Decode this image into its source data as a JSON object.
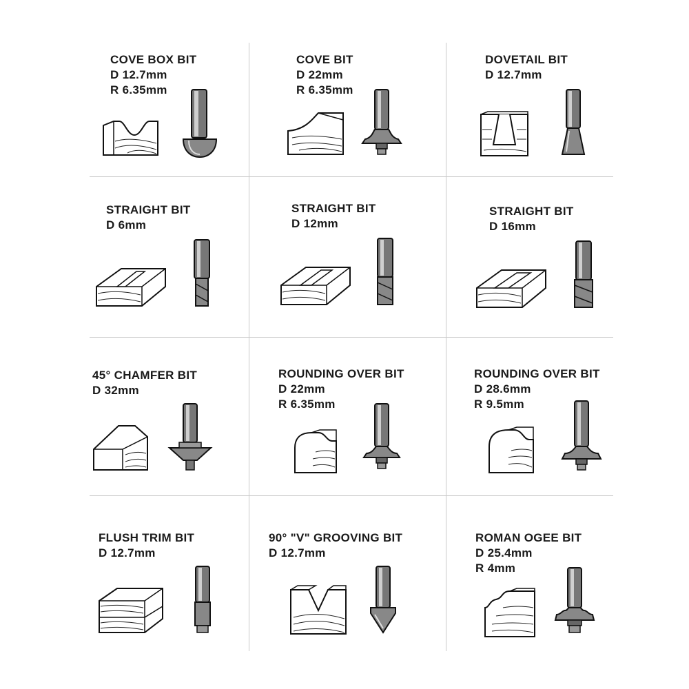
{
  "cells": [
    {
      "title": "COVE BOX BIT",
      "specs": [
        "D 12.7mm",
        "R 6.35mm"
      ],
      "wood": "cove-box-profile-icon",
      "bit": "cove-box-bit-icon"
    },
    {
      "title": "COVE BIT",
      "specs": [
        "D 22mm",
        "R 6.35mm"
      ],
      "wood": "cove-profile-icon",
      "bit": "cove-bit-icon"
    },
    {
      "title": "DOVETAIL BIT",
      "specs": [
        "D 12.7mm"
      ],
      "wood": "dovetail-profile-icon",
      "bit": "dovetail-bit-icon"
    },
    {
      "title": "STRAIGHT BIT",
      "specs": [
        "D 6mm"
      ],
      "wood": "straight-groove-profile-icon",
      "bit": "straight-bit-icon"
    },
    {
      "title": "STRAIGHT BIT",
      "specs": [
        "D 12mm"
      ],
      "wood": "straight-groove-profile-icon",
      "bit": "straight-bit-icon"
    },
    {
      "title": "STRAIGHT BIT",
      "specs": [
        "D 16mm"
      ],
      "wood": "straight-groove-profile-icon",
      "bit": "straight-bit-icon"
    },
    {
      "title": "45° CHAMFER BIT",
      "specs": [
        "D 32mm"
      ],
      "wood": "chamfer-profile-icon",
      "bit": "chamfer-bit-icon"
    },
    {
      "title": "ROUNDING OVER BIT",
      "specs": [
        "D 22mm",
        "R 6.35mm"
      ],
      "wood": "roundover-profile-icon",
      "bit": "roundover-bit-icon"
    },
    {
      "title": "ROUNDING OVER BIT",
      "specs": [
        "D 28.6mm",
        "R 9.5mm"
      ],
      "wood": "roundover-profile-icon",
      "bit": "roundover-bit-icon"
    },
    {
      "title": "FLUSH TRIM BIT",
      "specs": [
        "D 12.7mm"
      ],
      "wood": "flush-trim-profile-icon",
      "bit": "flush-trim-bit-icon"
    },
    {
      "title": "90° \"V\" GROOVING BIT",
      "specs": [
        "D 12.7mm"
      ],
      "wood": "v-groove-profile-icon",
      "bit": "v-groove-bit-icon"
    },
    {
      "title": "ROMAN OGEE BIT",
      "specs": [
        "D 25.4mm",
        "R 4mm"
      ],
      "wood": "ogee-profile-icon",
      "bit": "roman-ogee-bit-icon"
    }
  ]
}
